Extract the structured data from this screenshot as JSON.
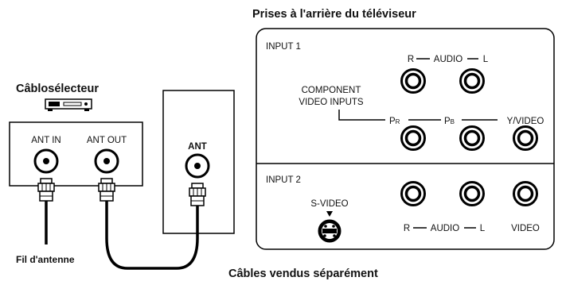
{
  "title_tv_rear": "Prises à l'arrière du téléviseur",
  "cable_box": {
    "title": "Câblosélecteur",
    "ant_in": "ANT IN",
    "ant_out": "ANT OUT"
  },
  "tv_ant": "ANT",
  "input1": {
    "label": "INPUT 1",
    "audio_r": "R",
    "audio_mid": "AUDIO",
    "audio_l": "L",
    "component_line1": "COMPONENT",
    "component_line2": "VIDEO INPUTS",
    "pr_main": "P",
    "pr_sub": "R",
    "pb_main": "P",
    "pb_sub": "B",
    "yvideo": "Y/VIDEO"
  },
  "input2": {
    "label": "INPUT 2",
    "svideo": "S-VIDEO",
    "audio_r": "R",
    "audio_mid": "AUDIO",
    "audio_l": "L",
    "video": "VIDEO"
  },
  "antenna_wire": "Fil d'antenne",
  "cables_note": "Câbles vendus séparément"
}
